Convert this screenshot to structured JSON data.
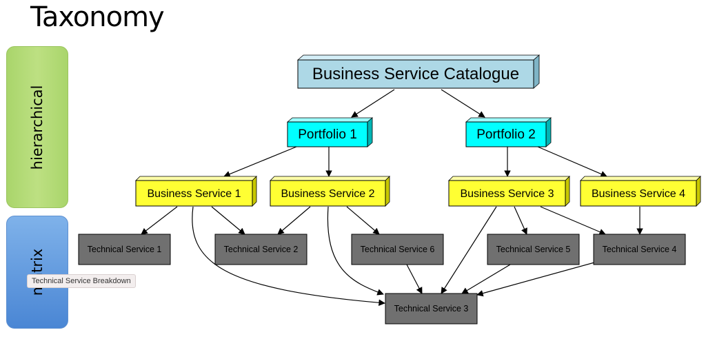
{
  "title": "Taxonomy",
  "side_labels": {
    "hierarchical": "hierarchical",
    "matrix": "matrix"
  },
  "tooltip": "Technical Service Breakdown",
  "nodes": {
    "catalogue": "Business Service Catalogue",
    "portfolio1": "Portfolio 1",
    "portfolio2": "Portfolio 2",
    "bs1": "Business Service 1",
    "bs2": "Business Service 2",
    "bs3": "Business Service 3",
    "bs4": "Business Service 4",
    "ts1": "Technical Service 1",
    "ts2": "Technical Service 2",
    "ts6": "Technical Service 6",
    "ts5": "Technical Service 5",
    "ts4": "Technical Service 4",
    "ts3": "Technical Service 3"
  },
  "colors": {
    "catalogue": "#add8e6",
    "portfolio": "#00ffff",
    "business": "#ffff33",
    "technical": "#707070",
    "hierarchical_panel": "#b5dc7a",
    "matrix_panel": "#5f96dc"
  }
}
